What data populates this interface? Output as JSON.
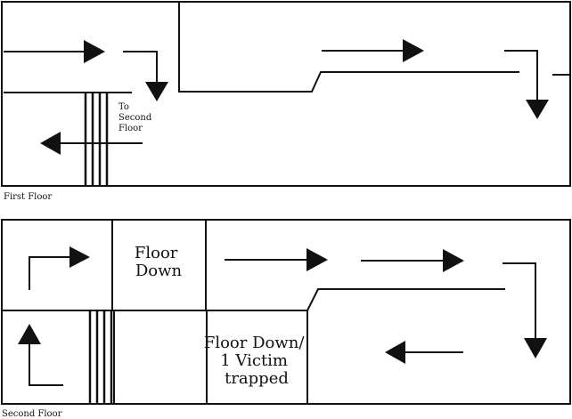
{
  "first_floor": {
    "caption": "First Floor",
    "stair_label": [
      "To",
      "Second",
      "Floor"
    ]
  },
  "second_floor": {
    "caption": "Second Floor",
    "room_a_label": [
      "Floor",
      "Down"
    ],
    "room_b_label": [
      "Floor Down/",
      "1 Victim",
      "trapped"
    ]
  },
  "colors": {
    "line": "#111111",
    "background": "#ffffff"
  }
}
